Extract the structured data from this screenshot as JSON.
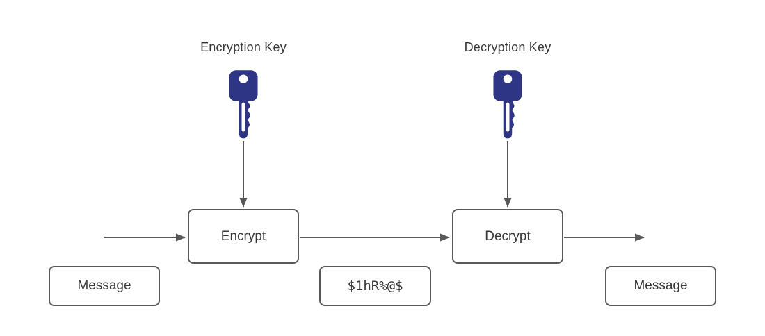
{
  "diagram": {
    "type": "encryption-flow",
    "labels": {
      "encryption_key": "Encryption Key",
      "decryption_key": "Decryption Key"
    },
    "nodes": {
      "encrypt": "Encrypt",
      "decrypt": "Decrypt",
      "message_input": "Message",
      "ciphertext": "$1hR%@$",
      "message_output": "Message"
    },
    "icons": {
      "encryption_key": "key-icon",
      "decryption_key": "key-icon"
    },
    "colors": {
      "key_fill": "#2d3584",
      "connector_line": "#595959",
      "box_border": "#595959",
      "box_fill": "#ffffff",
      "text": "#383838",
      "background": "#ffffff"
    }
  }
}
